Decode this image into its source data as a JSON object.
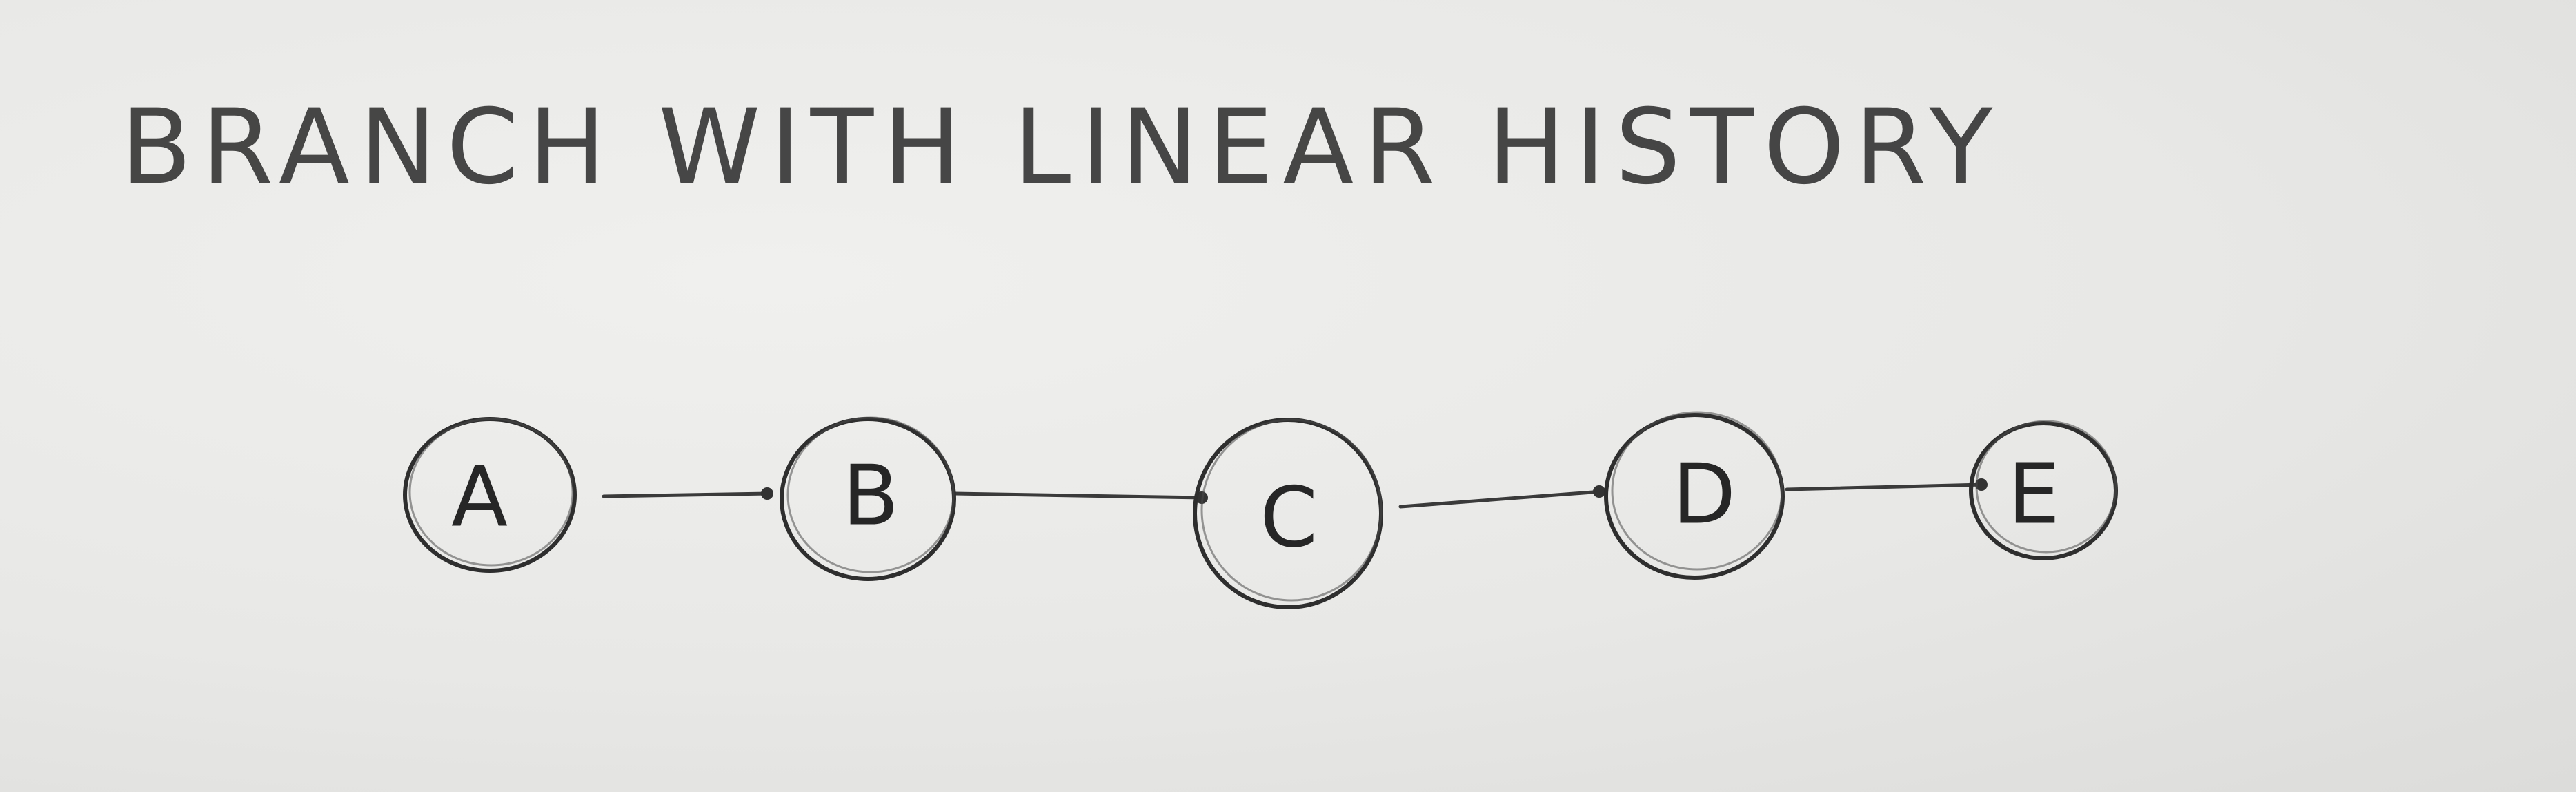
{
  "title": "BRANCH WITH LINEAR HISTORY",
  "nodes": [
    {
      "label": "A"
    },
    {
      "label": "B"
    },
    {
      "label": "C"
    },
    {
      "label": "D"
    },
    {
      "label": "E"
    }
  ],
  "edges": [
    {
      "from": "A",
      "to": "B"
    },
    {
      "from": "B",
      "to": "C"
    },
    {
      "from": "C",
      "to": "D"
    },
    {
      "from": "D",
      "to": "E"
    }
  ],
  "colors": {
    "paper": "#e9e9e7",
    "ink": "#2b2b2b"
  }
}
